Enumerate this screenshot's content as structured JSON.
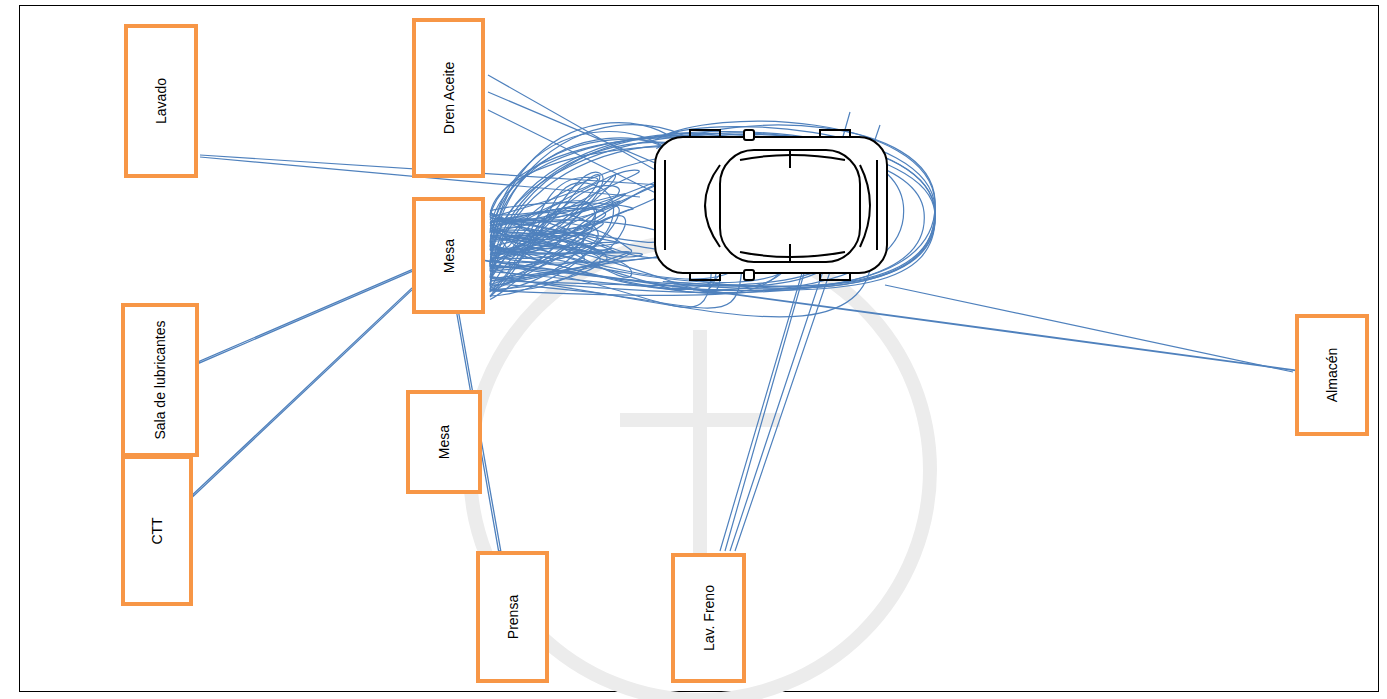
{
  "diagram": {
    "nodes": [
      {
        "text": [
          "Lavado"
        ]
      },
      {
        "text": [
          "Dren Aceite"
        ]
      },
      {
        "text": [
          "Mesa"
        ]
      },
      {
        "text": [
          "Sala de lubricantes"
        ]
      },
      {
        "text": [
          "Mesa"
        ]
      },
      {
        "text": [
          "CTT"
        ]
      },
      {
        "text": [
          "Prensa"
        ]
      },
      {
        "text": [
          "Lav. Freno"
        ]
      },
      {
        "text": [
          "Almacén"
        ]
      }
    ],
    "edges": [
      {
        "from": 2,
        "to": 3,
        "arrow": "none"
      },
      {
        "from": 2,
        "to": 5,
        "arrow": "none"
      },
      {
        "from": 2,
        "to": 6,
        "arrow": "none"
      },
      {
        "from": 2,
        "to": 8,
        "arrow": "none"
      }
    ]
  }
}
